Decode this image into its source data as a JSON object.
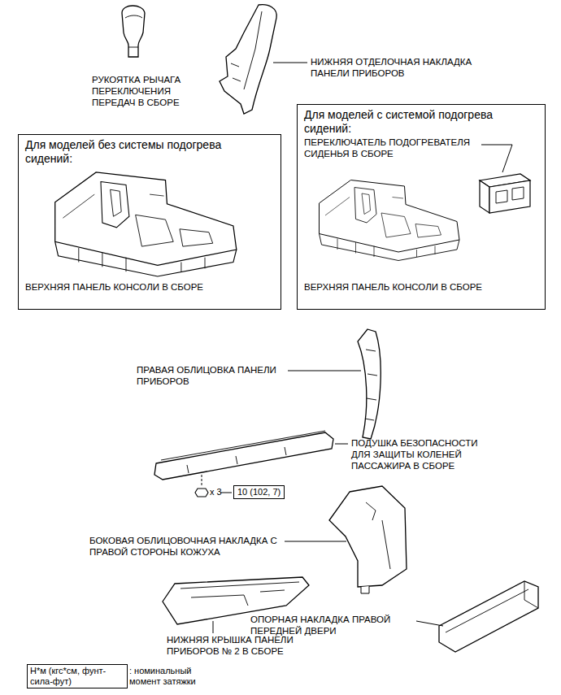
{
  "diagram": {
    "nodes": [
      {
        "text": [
          "Для моделей без системы подогрева сидений:",
          "ВЕРХНЯЯ ПАНЕЛЬ КОНСОЛИ В СБОРЕ"
        ]
      },
      {
        "text": [
          "Для моделей с системой подогрева сидений:",
          "ПЕРЕКЛЮЧАТЕЛЬ ПОДОГРЕВАТЕЛЯ СИДЕНЬЯ В СБОРЕ",
          "ВЕРХНЯЯ ПАНЕЛЬ КОНСОЛИ В СБОРЕ"
        ]
      },
      {
        "text": [
          "10 (102, 7)"
        ]
      },
      {
        "text": [
          "Н*м (кгс*см, фунт-сила-фут)"
        ]
      }
    ],
    "labels": [
      "РУКОЯТКА РЫЧАГА ПЕРЕКЛЮЧЕНИЯ ПЕРЕДАЧ В СБОРЕ",
      "НИЖНЯЯ ОТДЕЛОЧНАЯ НАКЛАДКА ПАНЕЛИ ПРИБОРОВ",
      "ПРАВАЯ ОБЛИЦОВКА ПАНЕЛИ ПРИБОРОВ",
      "ПОДУШКА БЕЗОПАСНОСТИ ДЛЯ ЗАЩИТЫ КОЛЕНЕЙ ПАССАЖИРА В СБОРЕ",
      "x 3",
      "БОКОВАЯ ОБЛИЦОВОЧНАЯ НАКЛАДКА С ПРАВОЙ СТОРОНЫ КОЖУХА",
      "ОПОРНАЯ НАКЛАДКА ПРАВОЙ ПЕРЕДНЕЙ ДВЕРИ",
      "НИЖНЯЯ КРЫШКА ПАНЕЛИ ПРИБОРОВ № 2 В СБОРЕ",
      ": номинальный момент затяжки"
    ]
  }
}
